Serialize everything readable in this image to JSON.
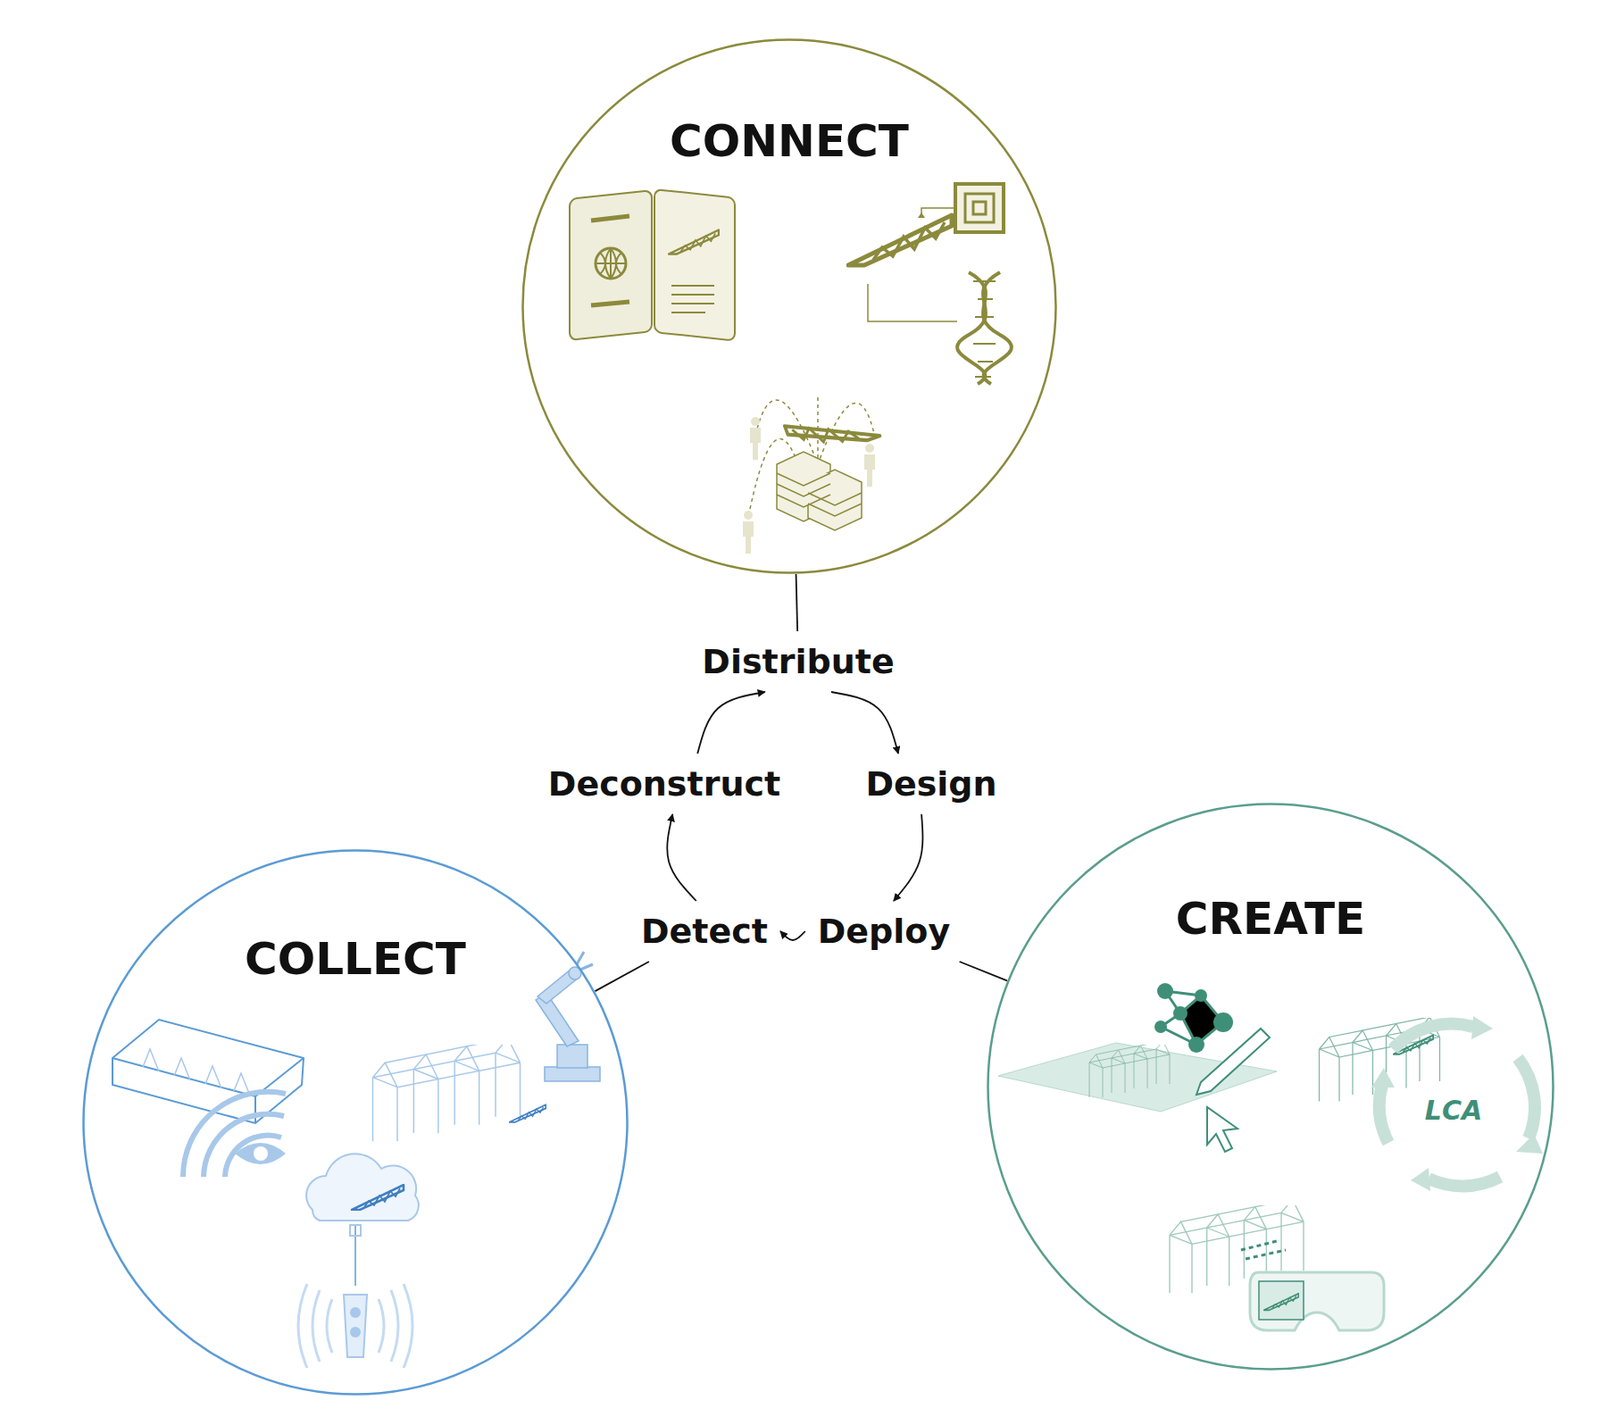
{
  "diagram": {
    "nodes": [
      {
        "text": [
          "CONNECT"
        ]
      },
      {
        "text": [
          "Distribute"
        ]
      },
      {
        "text": [
          "Deconstruct"
        ]
      },
      {
        "text": [
          "Design"
        ]
      },
      {
        "text": [
          "Detect"
        ]
      },
      {
        "text": [
          "Deploy"
        ]
      },
      {
        "text": [
          "CREATE"
        ]
      },
      {
        "text": [
          "COLLECT"
        ]
      }
    ],
    "edges": [
      {
        "from": 0,
        "to": 1,
        "arrow": "none"
      },
      {
        "from": 2,
        "to": 1,
        "arrow": "to"
      },
      {
        "from": 1,
        "to": 3,
        "arrow": "to"
      },
      {
        "from": 3,
        "to": 5,
        "arrow": "to"
      },
      {
        "from": 5,
        "to": 4,
        "arrow": "to"
      },
      {
        "from": 4,
        "to": 2,
        "arrow": "to"
      },
      {
        "from": 7,
        "to": 4,
        "arrow": "none"
      },
      {
        "from": 6,
        "to": 5,
        "arrow": "none"
      }
    ],
    "labels": [
      "LCA"
    ]
  }
}
